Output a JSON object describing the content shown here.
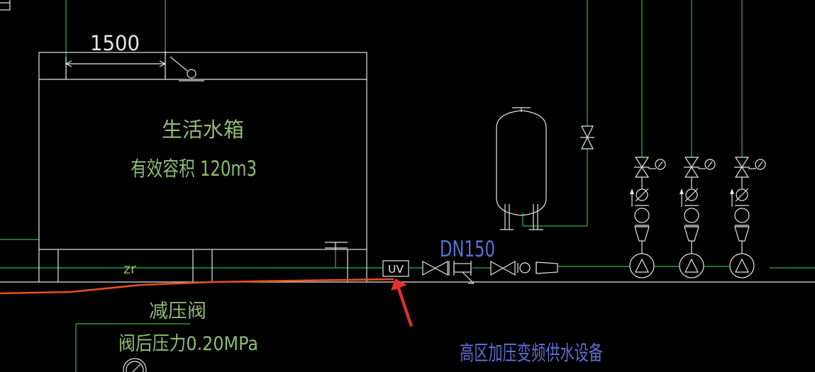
{
  "drawing": {
    "dimension_label": "1500",
    "tank_title": "生活水箱",
    "tank_volume": "有效容积 120m3",
    "pipe_code": "zr",
    "uv_label": "UV",
    "pipe_size": "DN150",
    "prv_title": "减压阀",
    "prv_pressure": "阀后压力0.20MPa",
    "system_label": "高区加压变频供水设备"
  },
  "colors": {
    "background": "#000000",
    "equipment_lines": "#e6e6e6",
    "pipes": "#2fb84a",
    "text_green": "#8fbc73",
    "text_blue": "#5a6fd1",
    "markup_line": "#e8501e",
    "arrow": "#e0302a"
  }
}
